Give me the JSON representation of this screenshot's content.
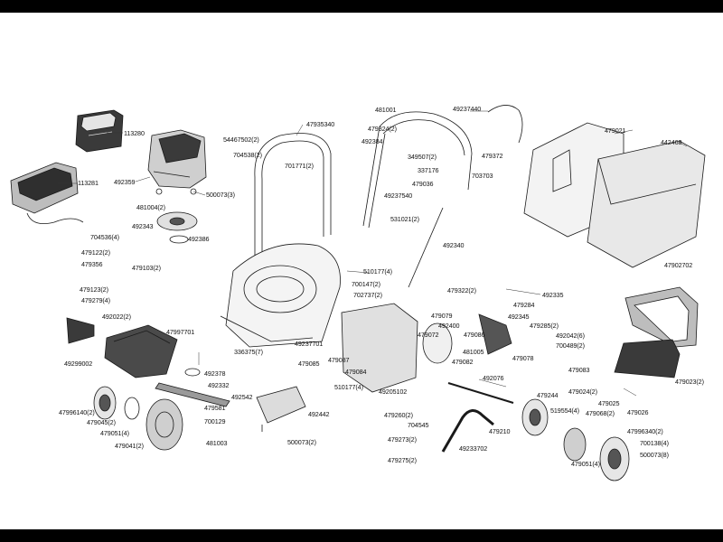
{
  "parts": {
    "p113280": "113280",
    "p113281": "113281",
    "p492359": "492359",
    "p500073_3": "500073(3)",
    "p481004_2": "481004(2)",
    "p492343": "492343",
    "p492386": "492386",
    "p54467502_2": "54467502(2)",
    "p704538_2": "704538(2)",
    "p701771_2": "701771(2)",
    "p47935340": "47935340",
    "p704536_4": "704536(4)",
    "p479122_2": "479122(2)",
    "p479356": "479356",
    "p479103_2": "479103(2)",
    "p479123_2": "479123(2)",
    "p479279_4": "479279(4)",
    "p492022_2": "492022(2)",
    "p47997701": "47997701",
    "p49299002": "49299002",
    "p510177_4a": "510177(4)",
    "p700147_2": "700147(2)",
    "p702737_2": "702737(2)",
    "p336375_7": "336375(7)",
    "p49237701": "49237701",
    "p492378": "492378",
    "p492332": "492332",
    "p492542": "492542",
    "p479581": "479581",
    "p700129": "700129",
    "p481003": "481003",
    "p47996140_2": "47996140(2)",
    "p479045_2": "479045(2)",
    "p479051_4a": "479051(4)",
    "p479041_2": "479041(2)",
    "p492442": "492442",
    "p500073_2": "500073(2)",
    "p481001": "481001",
    "p49237440": "49237440",
    "p479324_2": "479324(2)",
    "p492384": "492384",
    "p349507_2": "349507(2)",
    "p479372": "479372",
    "p337176": "337176",
    "p479036": "479036",
    "p703703": "703703",
    "p49237540": "49237540",
    "p531021_2": "531021(2)",
    "p492340": "492340",
    "p479021": "479021",
    "p442468": "442468",
    "p47902702": "47902702",
    "p479322_2": "479322(2)",
    "p492335": "492335",
    "p479284": "479284",
    "p479079": "479079",
    "p492345": "492345",
    "p492400": "492400",
    "p479072": "479072",
    "p479086": "479086",
    "p479285_2": "479285(2)",
    "p492042_6": "492042(6)",
    "p700489_2": "700489(2)",
    "p481005": "481005",
    "p479082": "479082",
    "p479078": "479078",
    "p479083": "479083",
    "p479085": "479085",
    "p479087": "479087",
    "p479084": "479084",
    "p510177_4b": "510177(4)",
    "p49205102": "49205102",
    "p492076": "492076",
    "p479023_2": "479023(2)",
    "p479024_2": "479024(2)",
    "p479244": "479244",
    "p479025": "479025",
    "p519554_4": "519554(4)",
    "p479068_2": "479068(2)",
    "p479026": "479026",
    "p479260_2": "479260(2)",
    "p704545": "704545",
    "p479210": "479210",
    "p479273_2": "479273(2)",
    "p49233702": "49233702",
    "p479275_2": "479275(2)",
    "p479051_4b": "479051(4)",
    "p47996340_2": "47996340(2)",
    "p700138_4": "700138(4)",
    "p500073_8": "500073(8)"
  },
  "colors": {
    "line": "#1a1a1a",
    "fill": "#d9d9d9",
    "dark": "#3a3a3a"
  }
}
